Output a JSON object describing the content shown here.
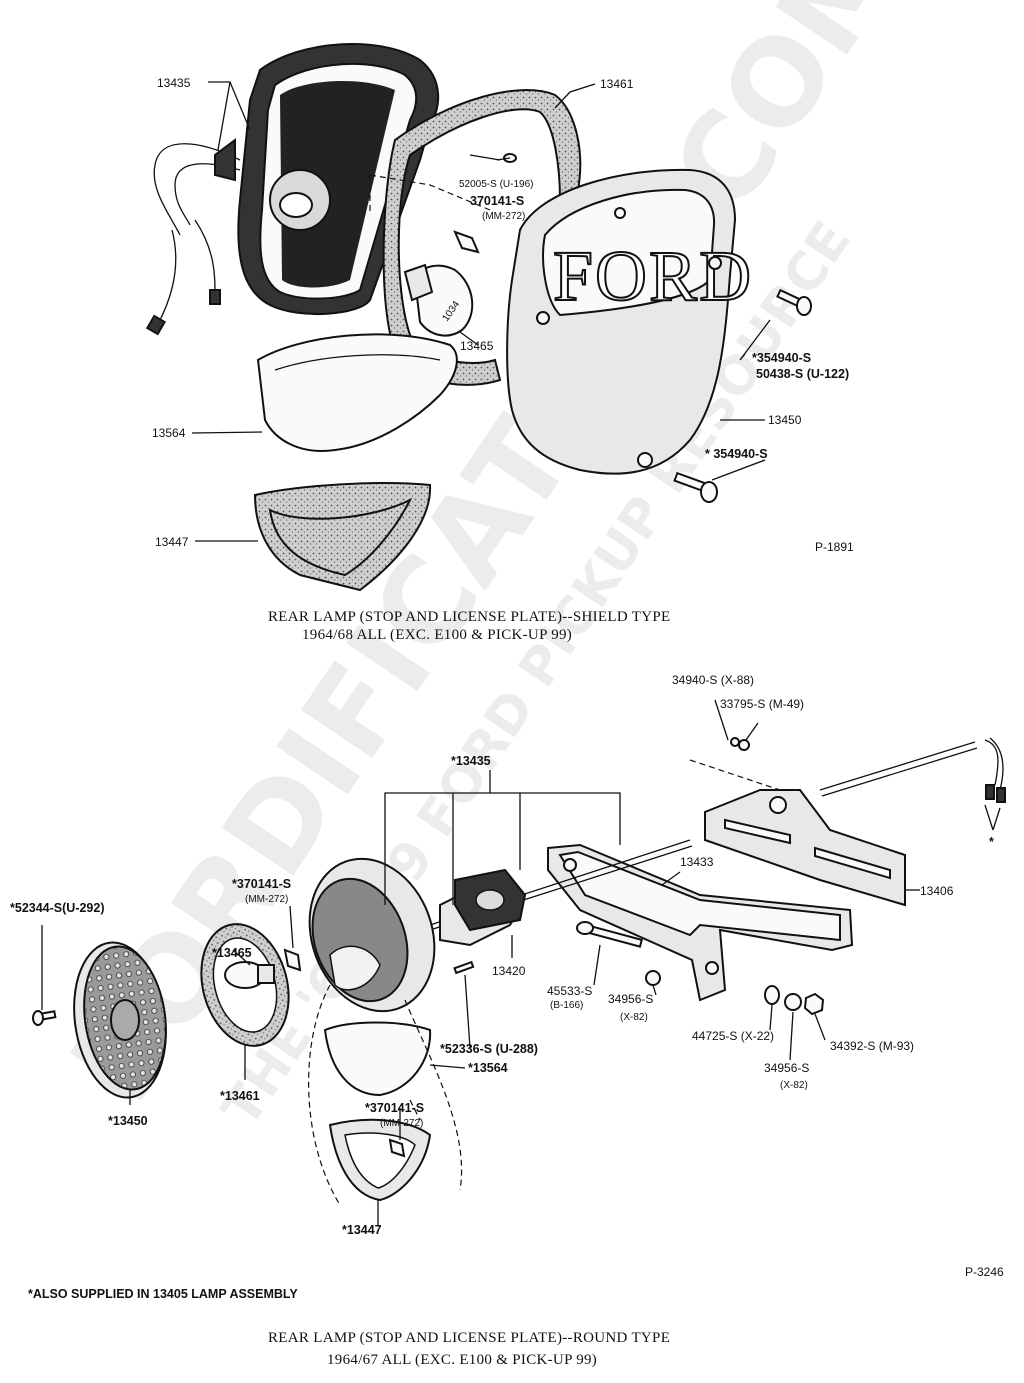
{
  "watermark": {
    "main": "FORDIFICATION.COM",
    "sub": "THE '61-'79 FORD PICKUP RESOURCE"
  },
  "top_diagram": {
    "labels": {
      "housing": "13435",
      "gasket": "13461",
      "screw1": "52005-S (U-196)",
      "clip": "370141-S",
      "clip_sub": "(MM-272)",
      "bulb": "13465",
      "screw2a": "*354940-S",
      "screw2b": "50438-S (U-122)",
      "shield": "13450",
      "screw3": "* 354940-S",
      "lens": "13564",
      "lens_gasket": "13447",
      "figure_id": "P-1891",
      "shield_text": "FORD"
    },
    "caption_line1": "REAR LAMP (STOP AND LICENSE PLATE)--SHIELD TYPE",
    "caption_line2": "1964/68   ALL (EXC. E100 & PICK-UP 99)"
  },
  "bottom_diagram": {
    "labels": {
      "nut_top1": "34940-S (X-88)",
      "nut_top2": "33795-S (M-49)",
      "housing": "*13435",
      "bracket_top": "13433",
      "bracket_plate": "13406",
      "star": "*",
      "clip_a": "*370141-S",
      "clip_a_sub": "(MM-272)",
      "screw_a": "*52344-S(U-292)",
      "bulb": "*13465",
      "lens_round": "*13450",
      "gasket_round": "*13461",
      "grommet": "13420",
      "bolt": "45533-S",
      "bolt_sub": "(B-166)",
      "washer1": "34956-S",
      "washer1_sub": "(X-82)",
      "washer2": "44725-S (X-22)",
      "washer3": "34956-S",
      "washer3_sub": "(X-82)",
      "nut": "34392-S (M-93)",
      "screw_b": "*52336-S (U-288)",
      "lens_b": "*13564",
      "clip_b": "*370141-S",
      "clip_b_sub": "(MM-272)",
      "gasket_b": "*13447",
      "figure_id": "P-3246"
    },
    "footnote": "*ALSO SUPPLIED IN 13405 LAMP ASSEMBLY",
    "caption_line1": "REAR LAMP (STOP AND LICENSE PLATE)--ROUND TYPE",
    "caption_line2": "1964/67   ALL (EXC. E100 & PICK-UP 99)"
  }
}
